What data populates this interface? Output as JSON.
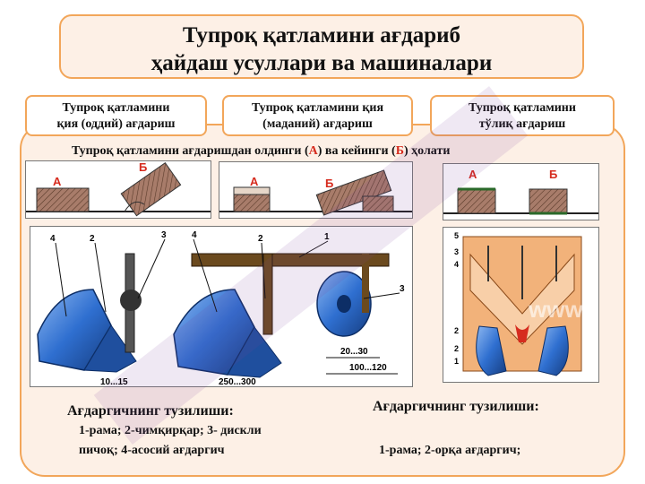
{
  "title": {
    "line1": "Тупроқ қатламини ағдариб",
    "line2": "ҳайдаш усуллари ва машиналари"
  },
  "categories": [
    {
      "line1": "Тупроқ қатламини",
      "line2": "қия  (оддий) ағдариш"
    },
    {
      "line1": "Тупроқ қатламини қия",
      "line2": "(маданий)   ағдариш"
    },
    {
      "line1": "Тупроқ қатламини",
      "line2": "тўлиқ   ағдариш"
    }
  ],
  "subtitle": {
    "before": "Тупроқ қатламини ағдаришдан олдинги  (",
    "a": "А",
    "middle": ") ва кейинги (",
    "b": "Б",
    "after": ") ҳолати"
  },
  "state_labels": {
    "a": "А",
    "b": "Б"
  },
  "plow_left_numbers": [
    "4",
    "2",
    "3",
    "4",
    "2",
    "1",
    "3"
  ],
  "dims": [
    "20...30",
    "100...120",
    "10...15",
    "250...300"
  ],
  "plow_right_numbers": [
    "5",
    "3",
    "4",
    "2",
    "2",
    "1"
  ],
  "caption_left": {
    "title": "Ағдаргичнинг тузилиши:",
    "line1": "1-рама; 2-чимқирқар;  3- дискли",
    "line2": "пичоқ;     4-асосий ағдаргич"
  },
  "caption_right": {
    "title": "Ағдаргичнинг тузилиши:",
    "line1": "1-рама; 2-орқа ағдаргич;"
  },
  "watermark": "www.L",
  "colors": {
    "accent_border": "#f2a65a",
    "panel_bg": "#fdf0e6",
    "label_red": "#d62b1e",
    "plow_blue": "#2f6fd0",
    "soil_brown": "#a87c6a",
    "frame_orange": "#f2b27a"
  }
}
